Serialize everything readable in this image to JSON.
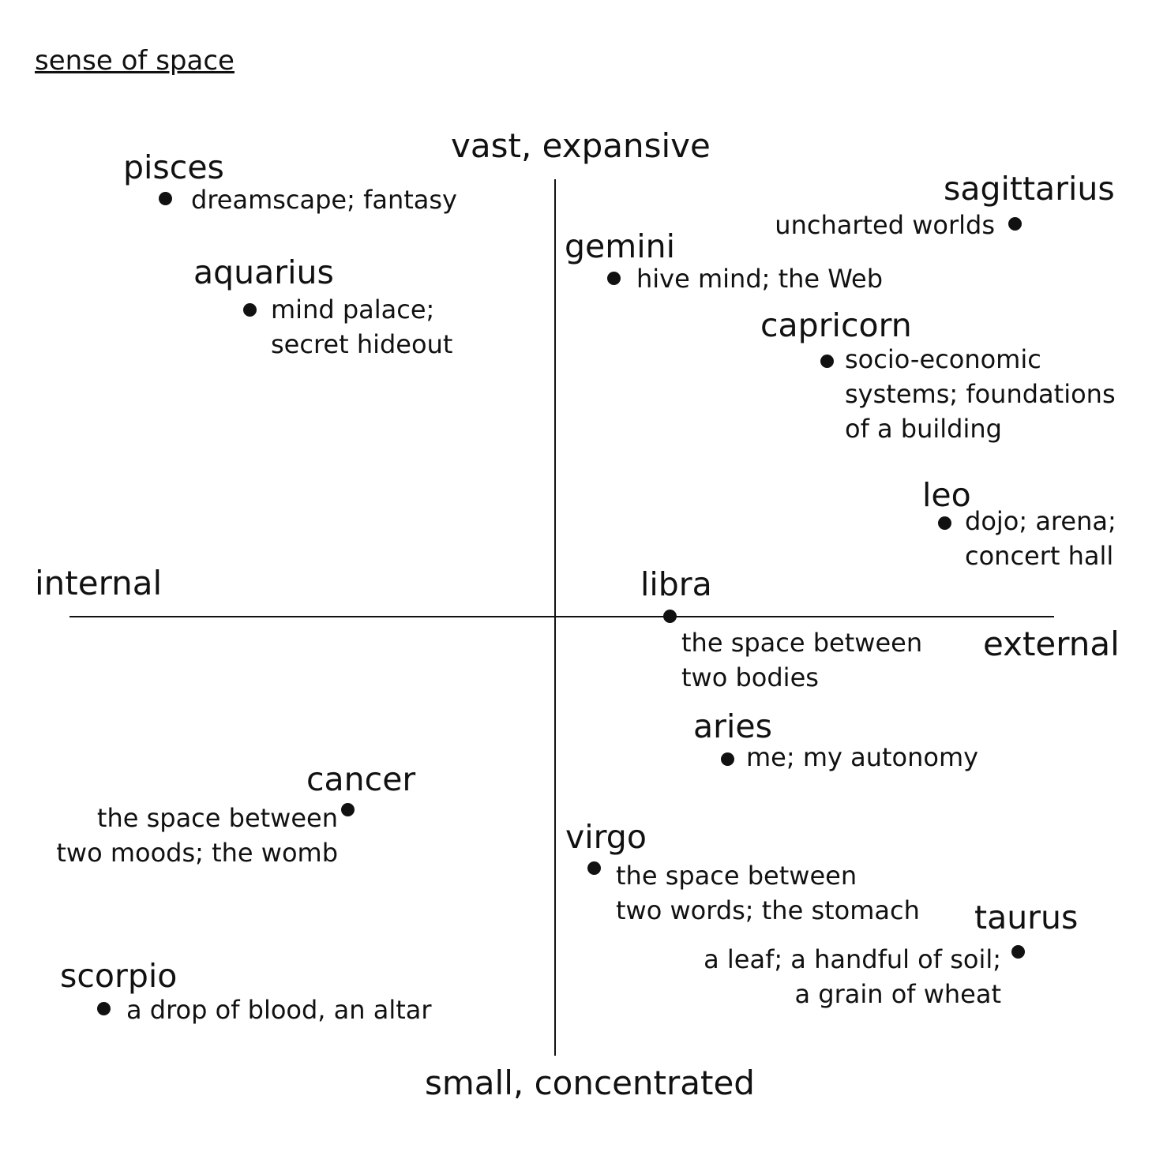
{
  "title": "sense of space",
  "axes": {
    "top": "vast, expansive",
    "bottom": "small, concentrated",
    "left": "internal",
    "right": "external"
  },
  "signs": {
    "pisces": {
      "name": "pisces",
      "lines": [
        "dreamscape; fantasy"
      ]
    },
    "aquarius": {
      "name": "aquarius",
      "lines": [
        "mind palace;",
        "secret hideout"
      ]
    },
    "gemini": {
      "name": "gemini",
      "lines": [
        "hive mind; the Web"
      ]
    },
    "sagittarius": {
      "name": "sagittarius",
      "lines": [
        "uncharted worlds"
      ]
    },
    "capricorn": {
      "name": "capricorn",
      "lines": [
        "socio-economic",
        "systems; foundations",
        "of a building"
      ]
    },
    "leo": {
      "name": "leo",
      "lines": [
        "dojo; arena;",
        "concert hall"
      ]
    },
    "libra": {
      "name": "libra",
      "lines": [
        "the space between",
        "two bodies"
      ]
    },
    "aries": {
      "name": "aries",
      "lines": [
        "me; my autonomy"
      ]
    },
    "cancer": {
      "name": "cancer",
      "lines": [
        "the space between",
        "two moods; the womb"
      ]
    },
    "virgo": {
      "name": "virgo",
      "lines": [
        "the space between",
        "two words; the stomach"
      ]
    },
    "taurus": {
      "name": "taurus",
      "lines": [
        "a leaf; a handful of soil;",
        "a grain of wheat"
      ]
    },
    "scorpio": {
      "name": "scorpio",
      "lines": [
        "a drop of blood, an altar"
      ]
    }
  }
}
